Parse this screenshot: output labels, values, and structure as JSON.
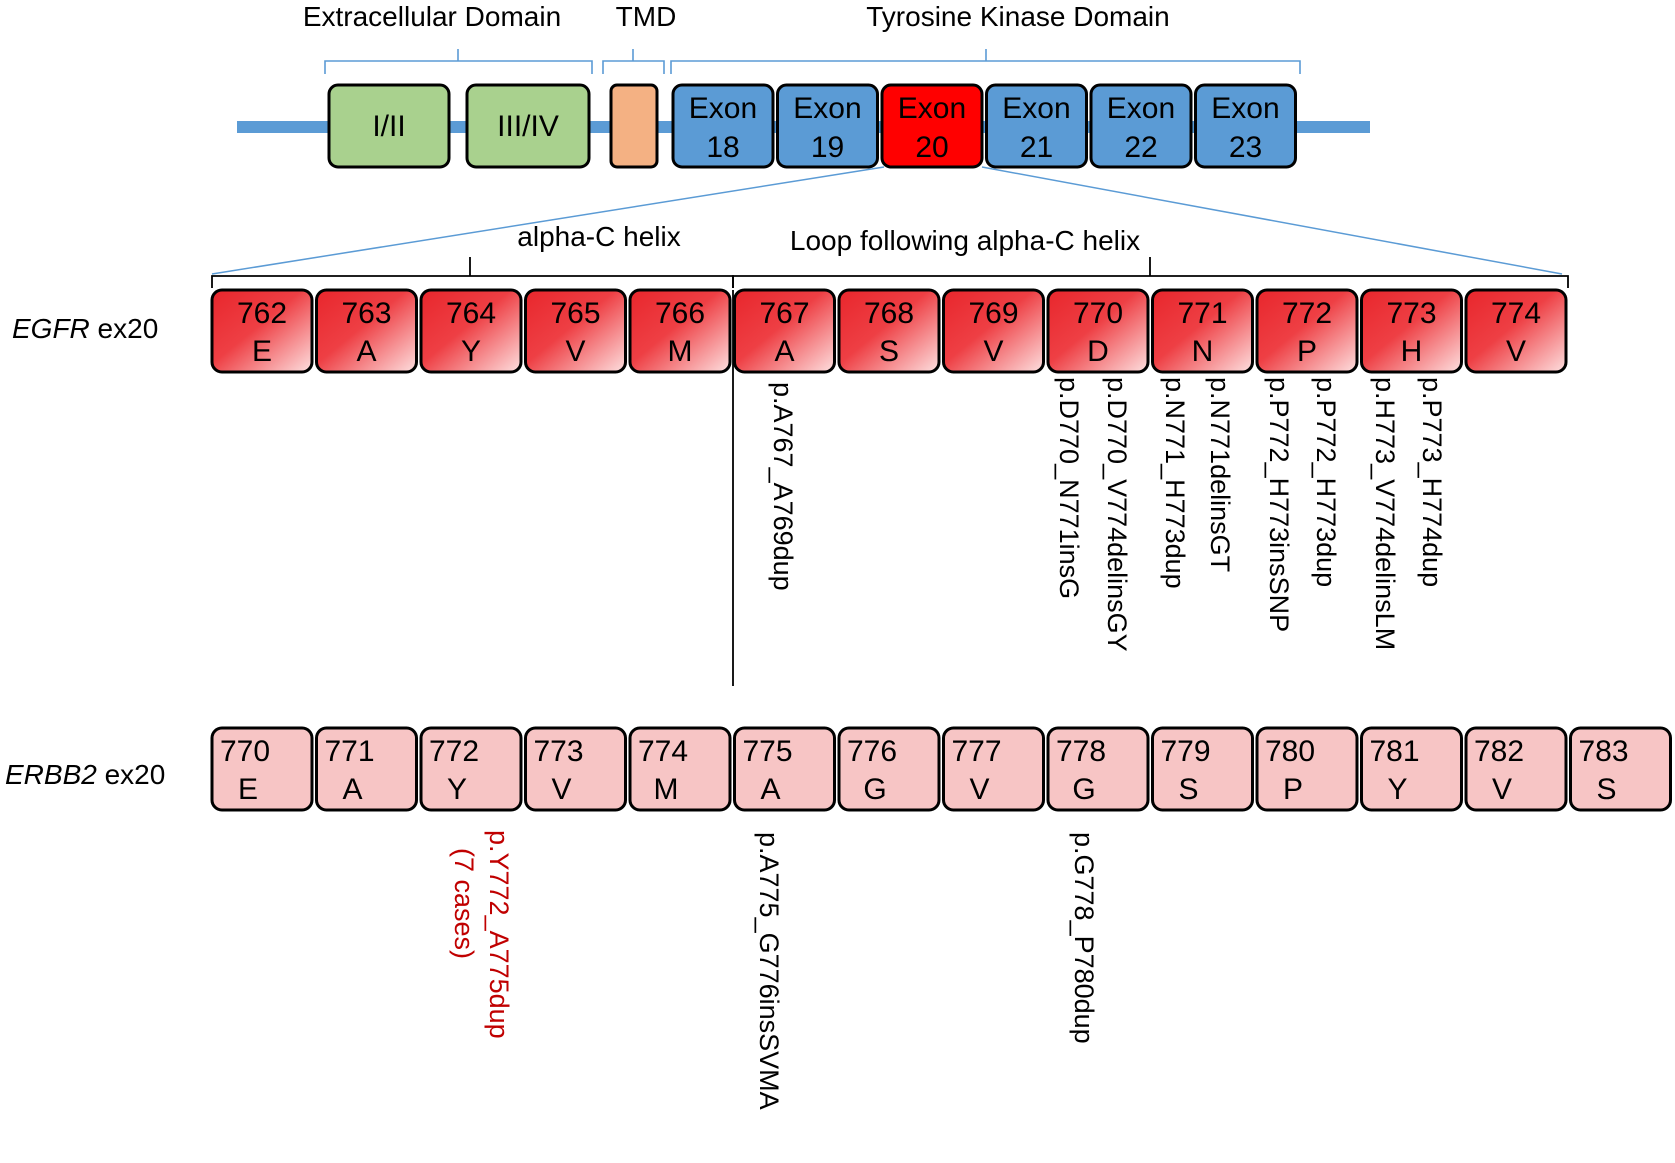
{
  "domain_header": {
    "extracellular_label": "Extracellular Domain",
    "tmd_label": "TMD",
    "tkd_label": "Tyrosine Kinase Domain",
    "extracellular_boxes": [
      "I/II",
      "III/IV"
    ],
    "exons": [
      {
        "word": "Exon",
        "num": "18",
        "highlight": false
      },
      {
        "word": "Exon",
        "num": "19",
        "highlight": false
      },
      {
        "word": "Exon",
        "num": "20",
        "highlight": true
      },
      {
        "word": "Exon",
        "num": "21",
        "highlight": false
      },
      {
        "word": "Exon",
        "num": "22",
        "highlight": false
      },
      {
        "word": "Exon",
        "num": "23",
        "highlight": false
      }
    ]
  },
  "regions": {
    "alpha_c": "alpha-C helix",
    "loop": "Loop following alpha-C helix"
  },
  "egfr": {
    "gene": "EGFR",
    "suffix": " ex20",
    "residues": [
      {
        "pos": "762",
        "aa": "E"
      },
      {
        "pos": "763",
        "aa": "A"
      },
      {
        "pos": "764",
        "aa": "Y"
      },
      {
        "pos": "765",
        "aa": "V"
      },
      {
        "pos": "766",
        "aa": "M"
      },
      {
        "pos": "767",
        "aa": "A"
      },
      {
        "pos": "768",
        "aa": "S"
      },
      {
        "pos": "769",
        "aa": "V"
      },
      {
        "pos": "770",
        "aa": "D"
      },
      {
        "pos": "771",
        "aa": "N"
      },
      {
        "pos": "772",
        "aa": "P"
      },
      {
        "pos": "773",
        "aa": "H"
      },
      {
        "pos": "774",
        "aa": "V"
      }
    ],
    "mutations": [
      "p.A767_A769dup",
      "p.D770_N771insG",
      "p.D770_V774delinsGY",
      "p.N771_H773dup",
      "p.N771delinsGT",
      "p.P772_H773insSNP",
      "p.P772_H773dup",
      "p.H773_V774delinsLM",
      "p.P773_H774dup"
    ]
  },
  "erbb2": {
    "gene": "ERBB2",
    "suffix": " ex20",
    "residues": [
      {
        "pos": "770",
        "aa": "E"
      },
      {
        "pos": "771",
        "aa": "A"
      },
      {
        "pos": "772",
        "aa": "Y"
      },
      {
        "pos": "773",
        "aa": "V"
      },
      {
        "pos": "774",
        "aa": "M"
      },
      {
        "pos": "775",
        "aa": "A"
      },
      {
        "pos": "776",
        "aa": "G"
      },
      {
        "pos": "777",
        "aa": "V"
      },
      {
        "pos": "778",
        "aa": "G"
      },
      {
        "pos": "779",
        "aa": "S"
      },
      {
        "pos": "780",
        "aa": "P"
      },
      {
        "pos": "781",
        "aa": "Y"
      },
      {
        "pos": "782",
        "aa": "V"
      },
      {
        "pos": "783",
        "aa": "S"
      }
    ],
    "mutation_red_line1": "p.Y772_A775dup",
    "mutation_red_line2": "(7 cases)",
    "mutations": [
      "p.A775_G776insSVMA",
      "p.G778_P780dup"
    ]
  },
  "colors": {
    "backbone": "#5b9bd5",
    "ecd": "#a9d18e",
    "tmd": "#f4b183",
    "exon": "#5b9bd5",
    "exon_highlight": "#ff0000",
    "egfr_res_dark": "#e8262c",
    "egfr_res_light": "#fde0e0",
    "erbb2_res": "#f7c5c5",
    "mutation_red": "#c00000"
  }
}
